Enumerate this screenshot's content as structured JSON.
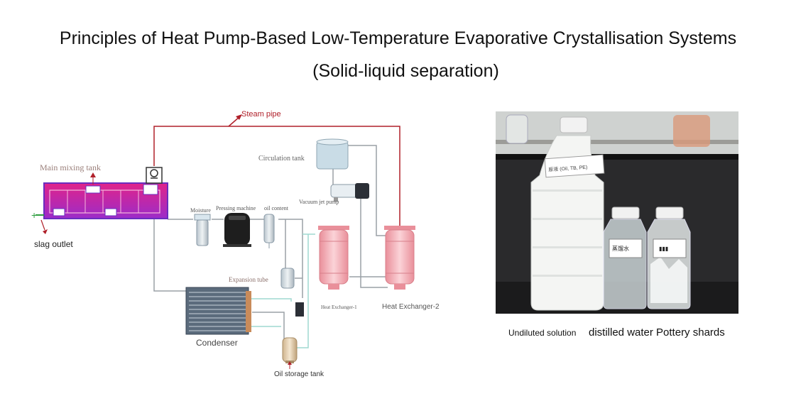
{
  "header": {
    "title_line1": "Principles of Heat Pump-Based Low-Temperature Evaporative Crystallisation Systems",
    "title_line2": "(Solid-liquid separation)"
  },
  "diagram": {
    "labels": {
      "steam_pipe": "Steam pipe",
      "main_mixing_tank": "Main mixing tank",
      "slag_outlet": "slag outlet",
      "circulation_tank": "Circulation tank",
      "vacuum_jet_pump": "Vacuum jet pump",
      "moisture": "Moisture",
      "pressing_machine": "Pressing machine",
      "oil_content": "oil content",
      "expansion_tube": "Expansion tube",
      "heat_exchanger_1": "Heat Exchanger-1",
      "heat_exchanger_2": "Heat Exchanger-2",
      "condenser": "Condenser",
      "oil_storage_tank": "Oil storage tank"
    },
    "colors": {
      "steam_pipe": "#b0202a",
      "tank_fill": "#d91c7a",
      "tank_border": "#6a2dbf",
      "pipe": "#9aa0a6",
      "cold_pipe": "#9fd8d0",
      "heat_exchanger": "#f2b3ba",
      "condenser": "#4a5568"
    }
  },
  "photo": {
    "bottle_label_large": "原液 (Oil, TB, PE)",
    "bottle_label_small": "蒸馏水"
  },
  "captions": {
    "undiluted": "Undiluted solution",
    "others": "distilled water Pottery shards"
  }
}
